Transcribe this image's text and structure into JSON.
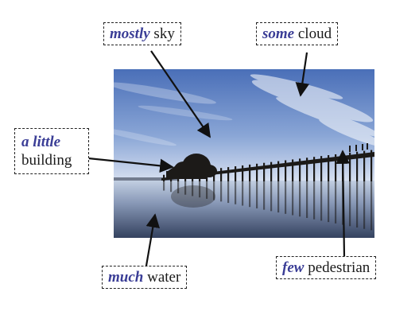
{
  "labels": {
    "sky": {
      "quantifier": "mostly",
      "noun": "sky"
    },
    "cloud": {
      "quantifier": "some",
      "noun": "cloud"
    },
    "building": {
      "quantifier": "a little",
      "noun": "building"
    },
    "water": {
      "quantifier": "much",
      "noun": "water"
    },
    "pedestrian": {
      "quantifier": "few",
      "noun": "pedestrian"
    }
  },
  "colors": {
    "quantifier": "#3a3d96",
    "text": "#1a1a1a",
    "sky_top": "#4a6fb8",
    "sky_bottom": "#cdd9ee",
    "water_top": "#b8c6dc",
    "water_bottom": "#3a4a6a",
    "silhouette": "#1c1a18"
  }
}
